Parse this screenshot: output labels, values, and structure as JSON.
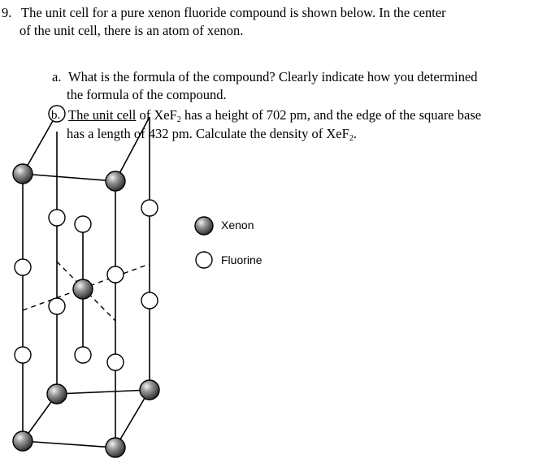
{
  "question": {
    "number": "9.",
    "line1": "The unit cell for a pure xenon fluoride compound is shown below.  In the center",
    "line2": "of the unit cell, there is an atom of xenon."
  },
  "part_a": {
    "letter": "a.",
    "line1": "What is the formula of the compound?  Clearly indicate how you determined",
    "line2": "the formula of the compound."
  },
  "part_b": {
    "seg_underlined": "The unit cell",
    "seg_after_underline": " of XeF",
    "sub1": "2",
    "seg_after_sub1": " has a height of 702 pm, and the edge of the square base",
    "line2_start": "has a length of 432 pm.  Calculate the density of XeF",
    "sub2": "2",
    "line2_end": "."
  },
  "legend": {
    "xenon_label": "Xenon",
    "fluorine_label": "Fluorine"
  },
  "colors": {
    "xenon_fill": "#3a3a3a",
    "fluorine_fill": "#ffffff",
    "line": "#000000"
  }
}
